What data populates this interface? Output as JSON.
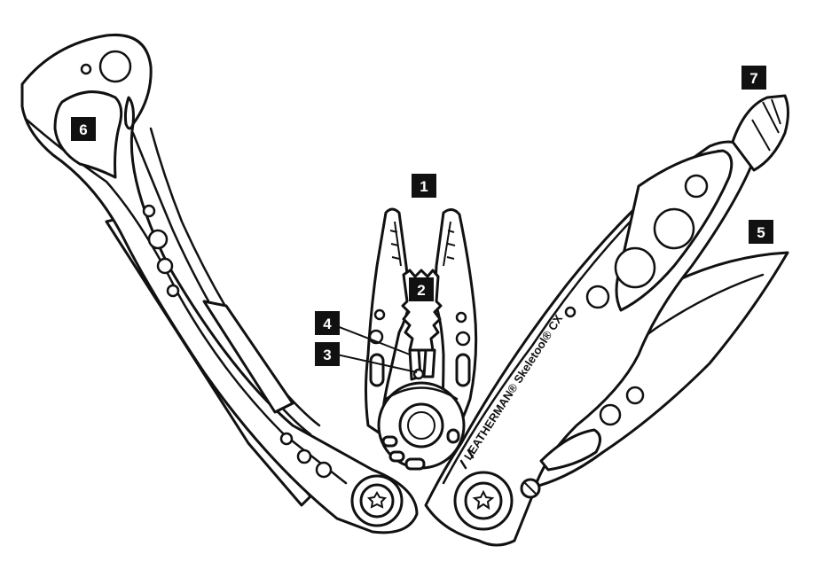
{
  "diagram": {
    "brand_text": "LEATHERMAN® Skeletool® CX",
    "callouts": [
      {
        "id": "1",
        "label": "1"
      },
      {
        "id": "2",
        "label": "2"
      },
      {
        "id": "3",
        "label": "3"
      },
      {
        "id": "4",
        "label": "4"
      },
      {
        "id": "5",
        "label": "5"
      },
      {
        "id": "6",
        "label": "6"
      },
      {
        "id": "7",
        "label": "7"
      }
    ],
    "colors": {
      "line": "#111111",
      "background": "#ffffff",
      "callout_fill": "#111111",
      "callout_text": "#ffffff"
    }
  }
}
